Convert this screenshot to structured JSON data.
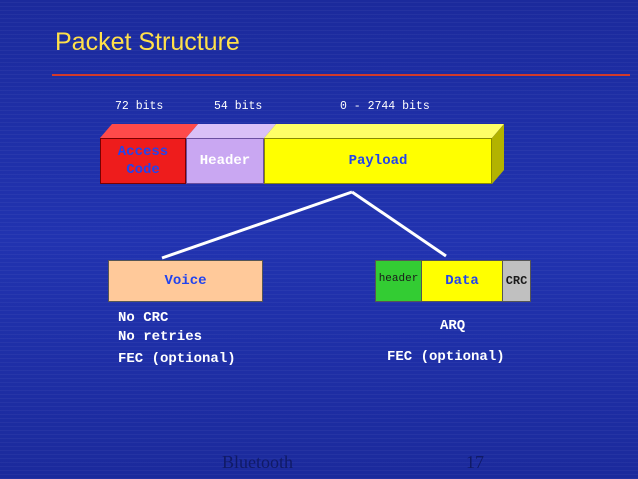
{
  "slide": {
    "title": "Packet Structure",
    "footer_left": "Bluetooth",
    "footer_right": "17"
  },
  "packet": {
    "access_code": {
      "size_label": "72 bits",
      "label_line1": "Access",
      "label_line2": "Code"
    },
    "header": {
      "size_label": "54 bits",
      "label": "Header"
    },
    "payload": {
      "size_label": "0 - 2744 bits",
      "label": "Payload"
    }
  },
  "voice": {
    "label": "Voice",
    "notes": [
      "No CRC",
      "No retries",
      "FEC (optional)"
    ]
  },
  "data": {
    "header_label": "header",
    "label": "Data",
    "crc_label": "CRC",
    "notes": [
      "ARQ",
      "FEC (optional)"
    ]
  },
  "colors": {
    "background": "#1e2fa8",
    "title": "#ffe04a",
    "rule": "#d33a2a",
    "access_code": "#ee1c1c",
    "header": "#c9a7f2",
    "payload": "#ffff00",
    "voice": "#ffc99a",
    "data_header": "#33cc33",
    "crc": "#c0c0c0",
    "label_blue": "#2244ee"
  }
}
